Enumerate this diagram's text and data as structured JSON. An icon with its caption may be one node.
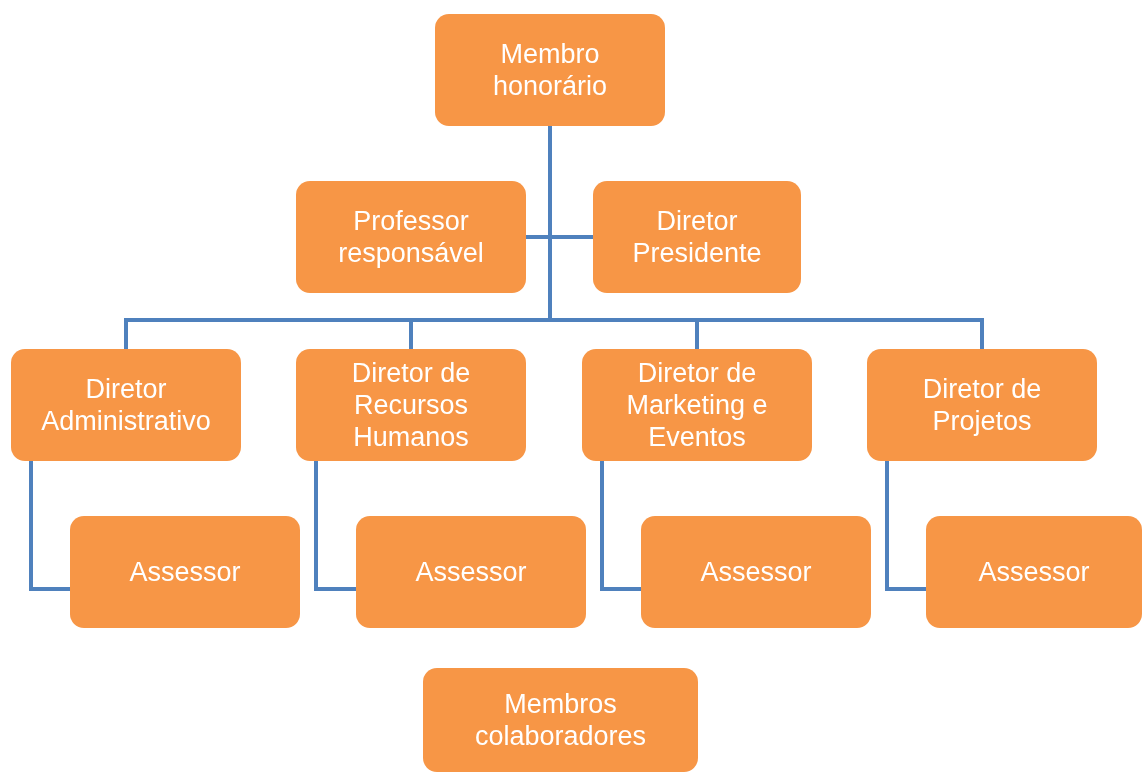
{
  "diagram": {
    "nodes": [
      {
        "text": [
          "Membro honorário"
        ]
      },
      {
        "text": [
          "Professor responsável"
        ]
      },
      {
        "text": [
          "Diretor Presidente"
        ]
      },
      {
        "text": [
          "Diretor Administrativo"
        ]
      },
      {
        "text": [
          "Diretor de Recursos Humanos"
        ]
      },
      {
        "text": [
          "Diretor de Marketing e Eventos"
        ]
      },
      {
        "text": [
          "Diretor de Projetos"
        ]
      },
      {
        "text": [
          "Assessor"
        ]
      },
      {
        "text": [
          "Assessor"
        ]
      },
      {
        "text": [
          "Assessor"
        ]
      },
      {
        "text": [
          "Assessor"
        ]
      },
      {
        "text": [
          "Membros colaboradores"
        ]
      }
    ],
    "edges": [
      {
        "from": 0,
        "to": 1,
        "arrow": "none"
      },
      {
        "from": 0,
        "to": 2,
        "arrow": "none"
      },
      {
        "from": 0,
        "to": 3,
        "arrow": "none"
      },
      {
        "from": 0,
        "to": 4,
        "arrow": "none"
      },
      {
        "from": 0,
        "to": 5,
        "arrow": "none"
      },
      {
        "from": 0,
        "to": 6,
        "arrow": "none"
      },
      {
        "from": 3,
        "to": 7,
        "arrow": "none"
      },
      {
        "from": 4,
        "to": 8,
        "arrow": "none"
      },
      {
        "from": 5,
        "to": 9,
        "arrow": "none"
      },
      {
        "from": 6,
        "to": 10,
        "arrow": "none"
      }
    ]
  }
}
